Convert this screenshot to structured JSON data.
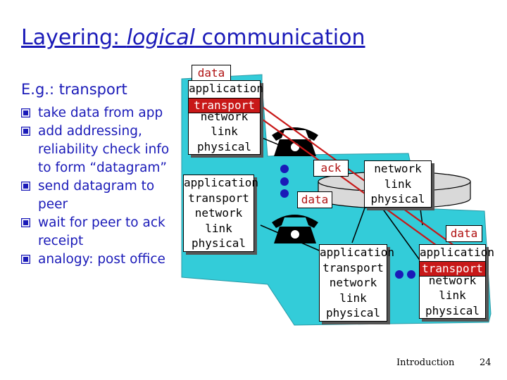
{
  "title": {
    "prefix": "Layering: ",
    "italic": "logical",
    "suffix": " communication"
  },
  "subtitle": "E.g.: transport",
  "bullets": [
    "take data from app",
    "add addressing, reliability check info to form “datagram”",
    "send datagram to peer",
    "wait for peer to ack receipt",
    "analogy: post office"
  ],
  "stack_layers": [
    "application",
    "transport",
    "network",
    "link",
    "physical"
  ],
  "router_layers": [
    "network",
    "link",
    "physical"
  ],
  "labels": {
    "data": "data",
    "ack": "ack"
  },
  "colors": {
    "text_blue": "#1a1ab8",
    "cloud": "#33ccd9",
    "arrow_red": "#c81818",
    "transport_fill": "#c81818"
  },
  "footer": {
    "section": "Introduction",
    "page": "24"
  }
}
